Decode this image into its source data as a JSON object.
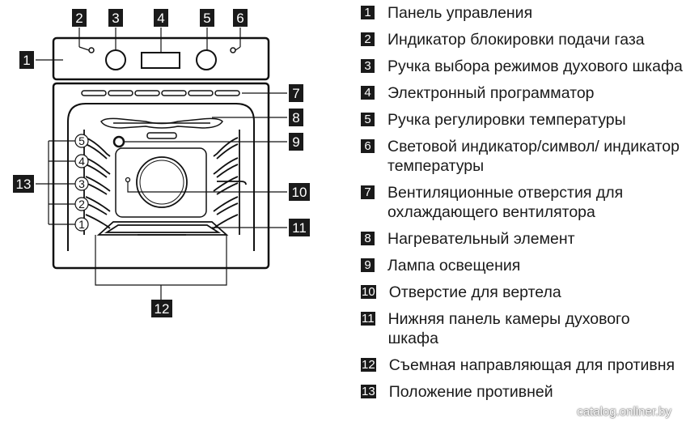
{
  "callouts": [
    "1",
    "2",
    "3",
    "4",
    "5",
    "6",
    "7",
    "8",
    "9",
    "10",
    "11",
    "12",
    "13"
  ],
  "shelf_positions": [
    "5",
    "4",
    "3",
    "2",
    "1"
  ],
  "legend": [
    {
      "num": "1",
      "text": "Панель управления"
    },
    {
      "num": "2",
      "text": "Индикатор блокировки подачи газа"
    },
    {
      "num": "3",
      "text": "Ручка выбора режимов духового шкафа"
    },
    {
      "num": "4",
      "text": "Электронный программатор"
    },
    {
      "num": "5",
      "text": "Ручка регулировки температуры"
    },
    {
      "num": "6",
      "text": "Световой индикатор/символ/ индикатор температуры"
    },
    {
      "num": "7",
      "text": "Вентиляционные отверстия для охлаждающего вентилятора"
    },
    {
      "num": "8",
      "text": "Нагревательный элемент"
    },
    {
      "num": "9",
      "text": "Лампа освещения"
    },
    {
      "num": "10",
      "text": "Отверстие для вертела"
    },
    {
      "num": "11",
      "text": "Нижняя панель камеры духового шкафа"
    },
    {
      "num": "12",
      "text": "Съемная направляющая для противня"
    },
    {
      "num": "13",
      "text": "Положение противней"
    }
  ],
  "watermark": "catalog.onliner.by"
}
